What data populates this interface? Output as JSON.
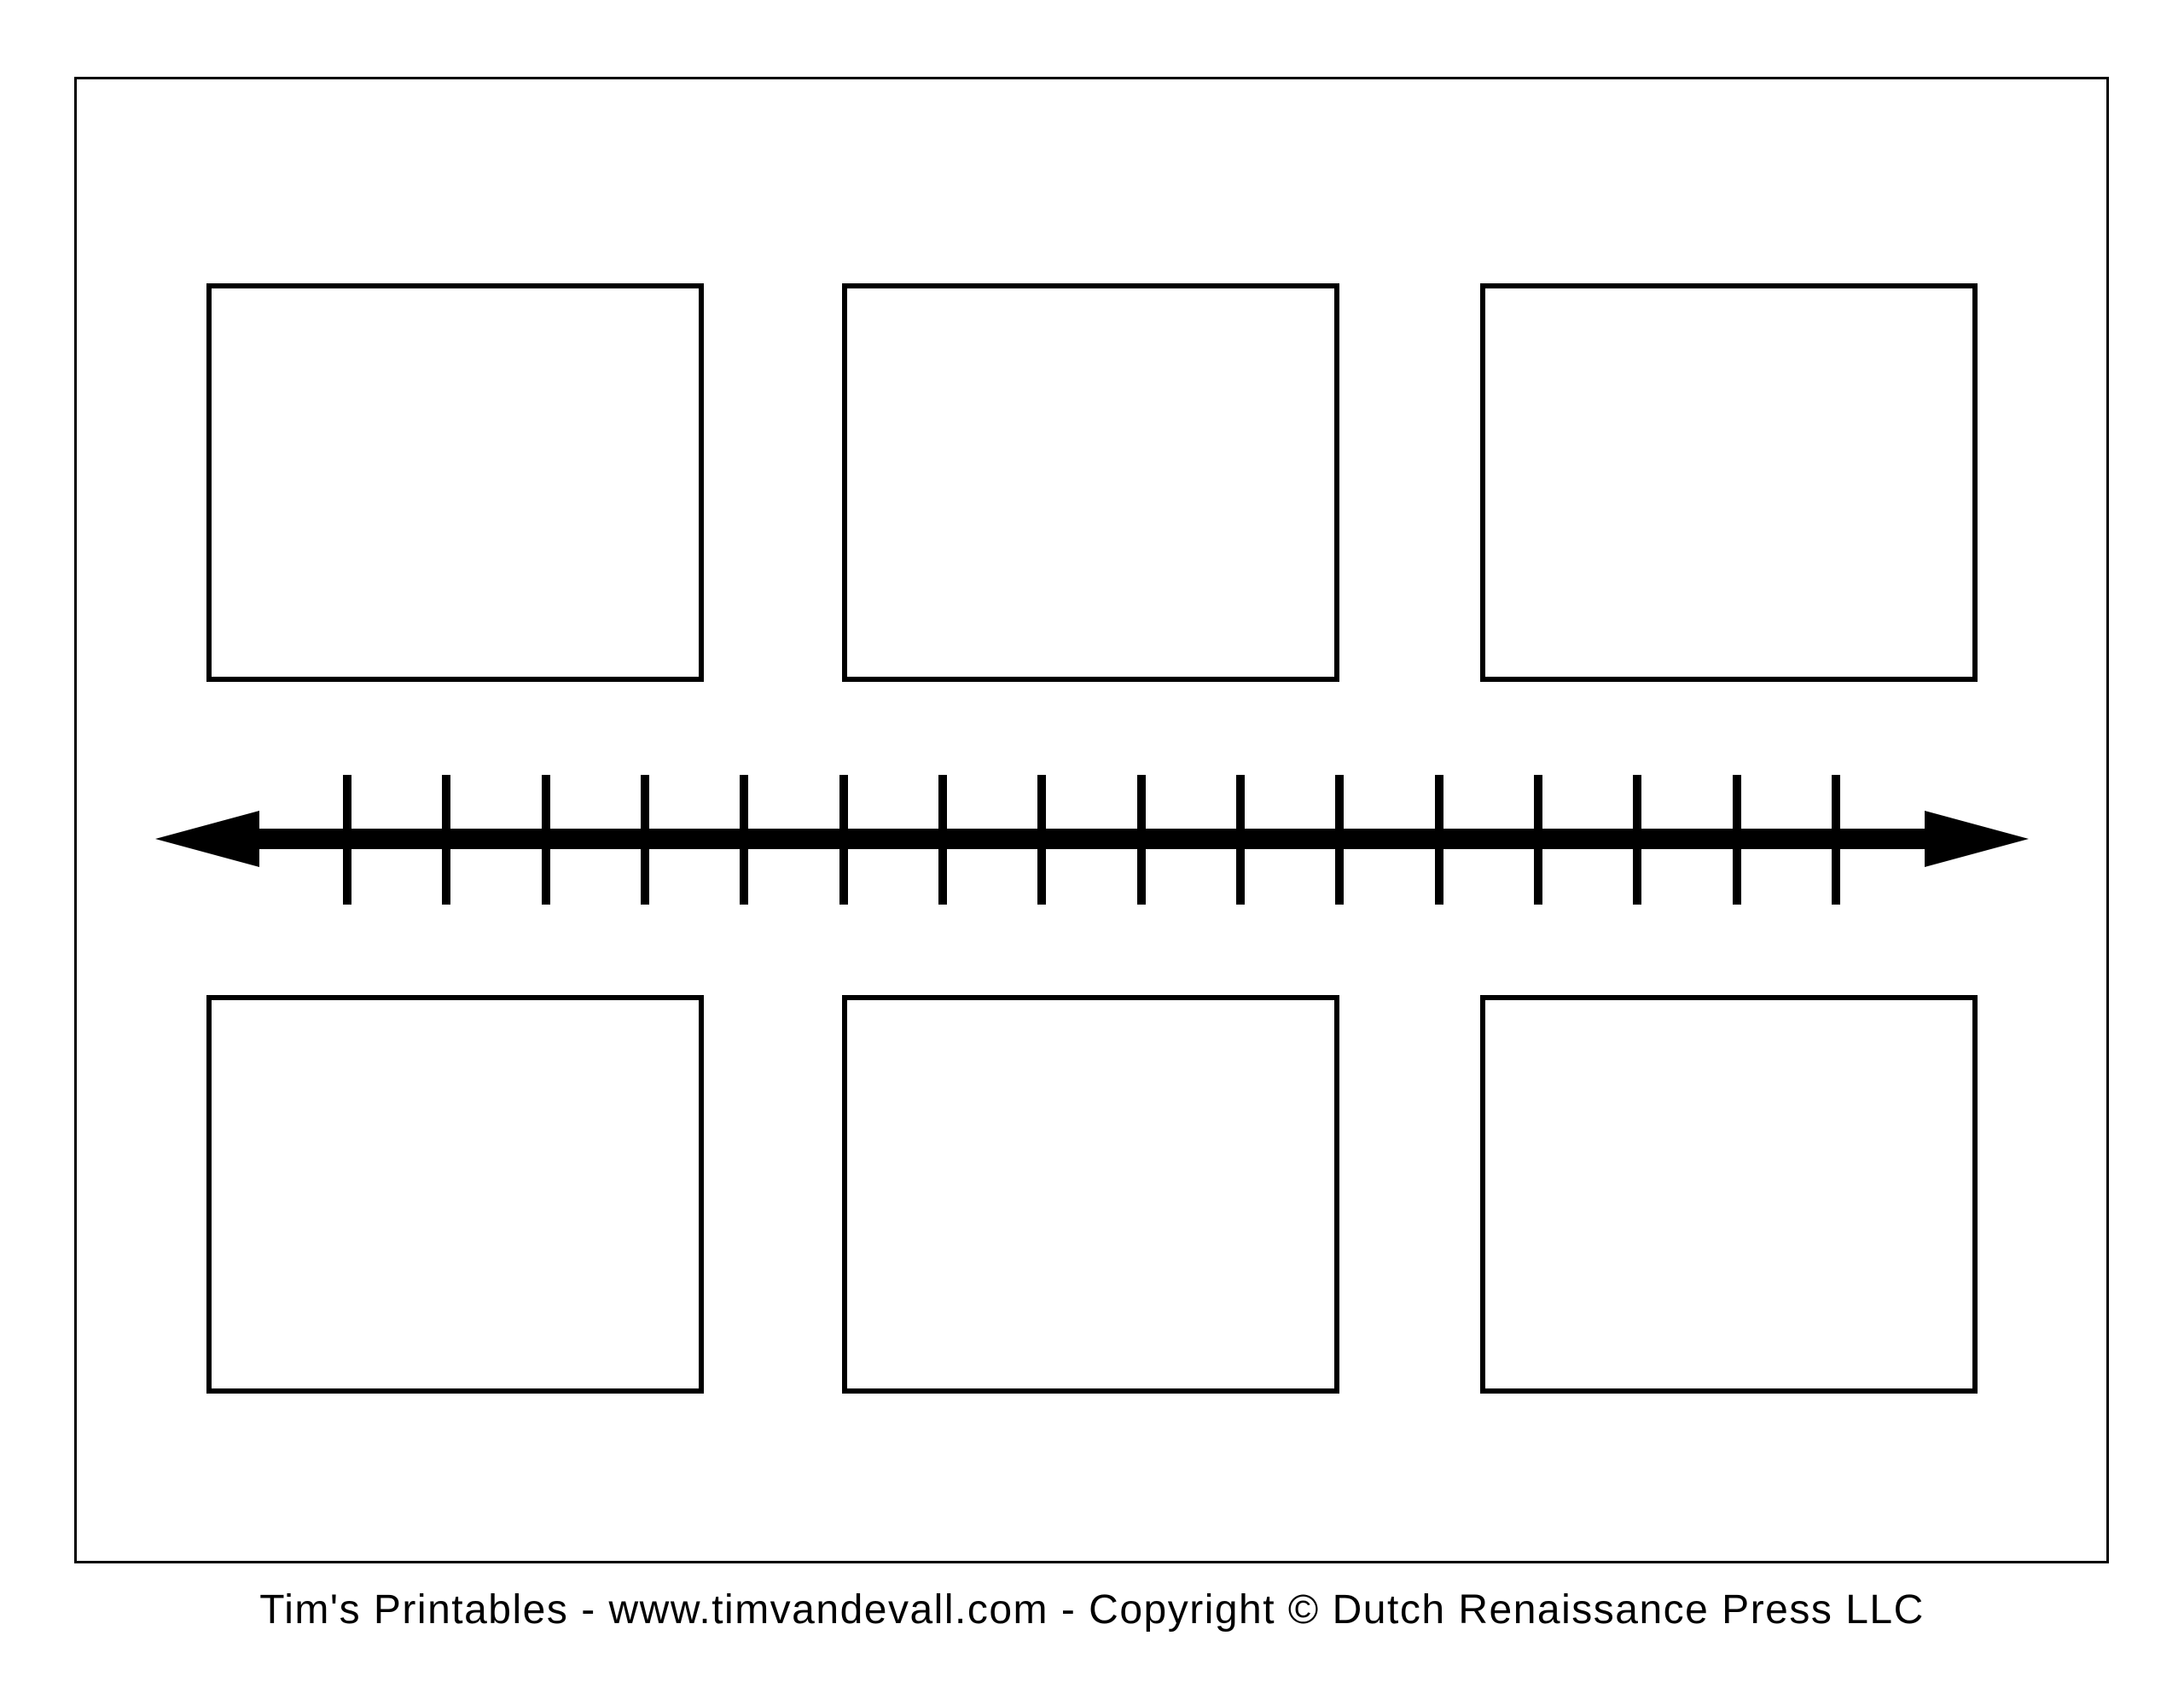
{
  "colors": {
    "ink": "#000000",
    "paper": "#ffffff"
  },
  "timeline": {
    "tick_count": 16,
    "direction": "horizontal-double-arrow"
  },
  "boxes": {
    "count": 6,
    "rows": 2,
    "columns": 3,
    "content": ""
  },
  "footer": {
    "text": "Tim's Printables - www.timvandevall.com  - Copyright © Dutch Renaissance Press LLC"
  }
}
